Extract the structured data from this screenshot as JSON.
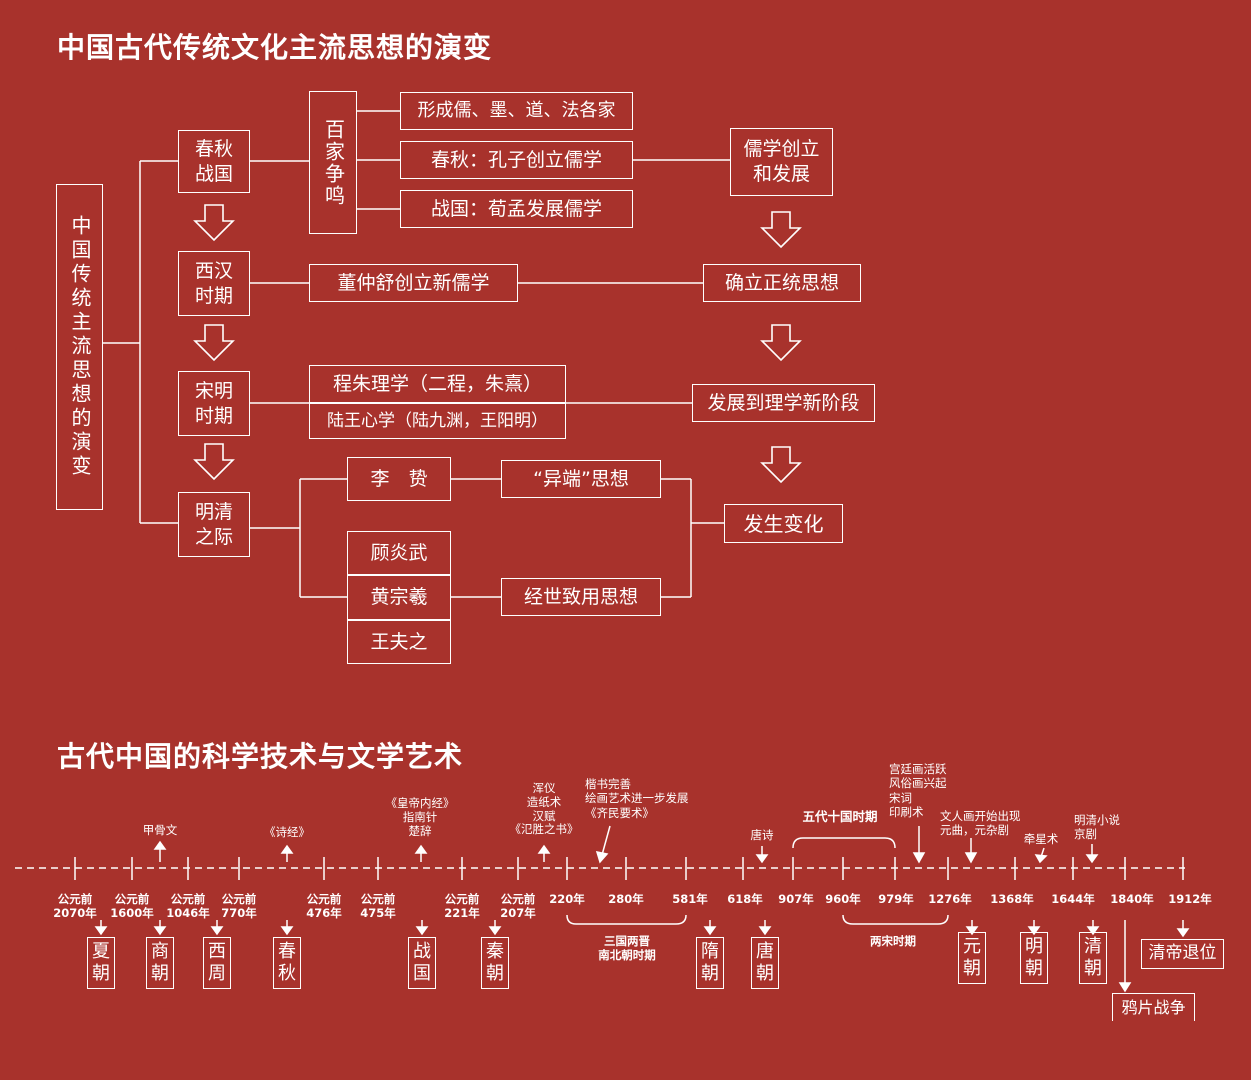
{
  "titles": {
    "main": "中国古代传统文化主流思想的演变",
    "second": "古代中国的科学技术与文学艺术"
  },
  "mindmap": {
    "root": "中国传统主流思想的演变",
    "periods": {
      "chunqiu": "春秋\n战国",
      "xihan": "西汉\n时期",
      "songming": "宋明\n时期",
      "mingqing": "明清\n之际"
    },
    "baijia": "百家争鸣",
    "baijia_items": [
      "形成儒、墨、道、法各家",
      "春秋：孔子创立儒学",
      "战国：荀孟发展儒学"
    ],
    "dongzhongshu": "董仲舒创立新儒学",
    "lixue": "程朱理学（二程，朱熹）",
    "xinxue": "陆王心学（陆九渊，王阳明）",
    "lizhi": "李　贽",
    "thinkers": [
      "顾炎武",
      "黄宗羲",
      "王夫之"
    ],
    "yiduan": "“异端”思想",
    "jingshi": "经世致用思想",
    "results": {
      "rujia": "儒学创立\n和发展",
      "zhengtong": "确立正统思想",
      "lixue_stage": "发展到理学新阶段",
      "change": "发生变化"
    }
  },
  "timeline": {
    "years": [
      "公元前\n2070年",
      "公元前\n1600年",
      "公元前\n1046年",
      "公元前\n770年",
      "公元前\n476年",
      "公元前\n475年",
      "公元前\n221年",
      "公元前\n207年",
      "220年",
      "280年",
      "581年",
      "618年",
      "907年",
      "960年",
      "979年",
      "1276年",
      "1368年",
      "1644年",
      "1840年",
      "1912年"
    ],
    "dynasties": [
      "夏\n朝",
      "商\n朝",
      "西\n周",
      "春\n秋",
      "战\n国",
      "秦\n朝",
      "隋\n朝",
      "唐\n朝",
      "元\n朝",
      "明\n朝",
      "清\n朝"
    ],
    "wide_labels": [
      "清帝退位",
      "鸦片战争"
    ],
    "period_labels": [
      "三国两晋\n南北朝时期",
      "五代十国时期",
      "两宋时期"
    ],
    "achievements": [
      "甲骨文",
      "《诗经》",
      "《皇帝内经》\n指南针\n楚辞",
      "浑仪\n造纸术\n汉赋\n《氾胜之书》",
      "楷书完善\n绘画艺术进一步发展\n《齐民要术》",
      "唐诗",
      "宫廷画活跃\n风俗画兴起\n宋词\n印刷术",
      "文人画开始出现\n元曲，元杂剧",
      "牵星术",
      "明清小说\n京剧"
    ]
  }
}
